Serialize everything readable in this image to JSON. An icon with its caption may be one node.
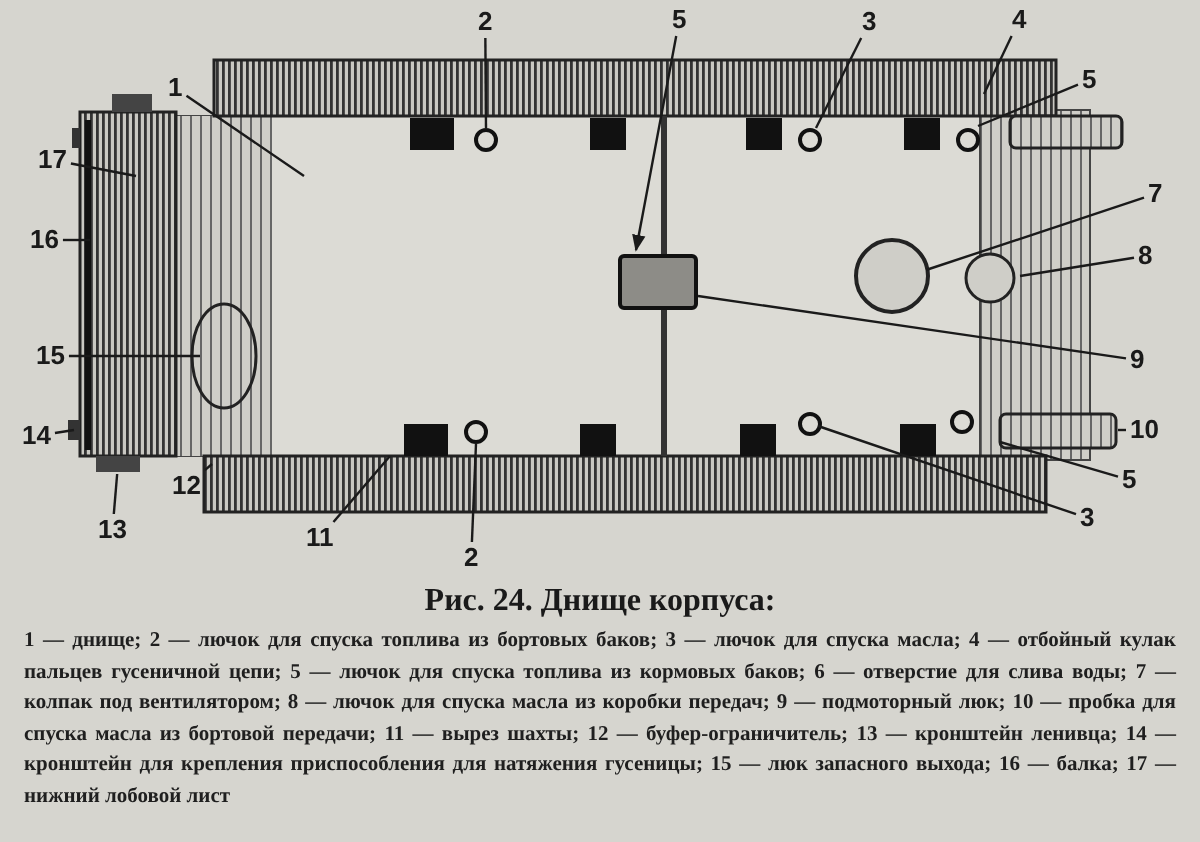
{
  "diagram": {
    "title": "Рис. 24. Днище корпуса:",
    "caption": "1 — днище; 2 — лючок для спуска топлива из бортовых баков; 3 — лючок для спуска масла; 4 — отбойный кулак пальцев гусеничной цепи; 5 — лючок для спуска топлива из кормовых баков; 6 — отверстие для слива воды; 7 — колпак под вентилятором; 8 — лючок для спуска масла из коробки передач; 9 — подмоторный люк; 10 — пробка для спуска масла из бортовой передачи; 11 — вырез шахты; 12 — буфер-ограничитель; 13 — кронштейн ленивца; 14 — кронштейн для крепления приспособления для натяжения гусеницы; 15 — люк запасного выхода; 16 — балка; 17 — нижний лобовой лист",
    "nodes": [
      {
        "text": [
          "2"
        ]
      },
      {
        "text": [
          "5"
        ]
      },
      {
        "text": [
          "3"
        ]
      },
      {
        "text": [
          "4"
        ]
      },
      {
        "text": [
          "5"
        ]
      },
      {
        "text": [
          "1"
        ]
      },
      {
        "text": [
          "17"
        ]
      },
      {
        "text": [
          "7"
        ]
      },
      {
        "text": [
          "16"
        ]
      },
      {
        "text": [
          "8"
        ]
      },
      {
        "text": [
          "15"
        ]
      },
      {
        "text": [
          "9"
        ]
      },
      {
        "text": [
          "10"
        ]
      },
      {
        "text": [
          "14"
        ]
      },
      {
        "text": [
          "5"
        ]
      },
      {
        "text": [
          "12"
        ]
      },
      {
        "text": [
          "13"
        ]
      },
      {
        "text": [
          "3"
        ]
      },
      {
        "text": [
          "11"
        ]
      },
      {
        "text": [
          "2"
        ]
      },
      {
        "text": [],
        "shape": "box"
      }
    ],
    "edges": [
      {
        "from": 0,
        "to": null,
        "arrow": "none"
      },
      {
        "from": 1,
        "to": null,
        "arrow": "to"
      },
      {
        "from": 2,
        "to": null,
        "arrow": "none"
      },
      {
        "from": 3,
        "to": null,
        "arrow": "none"
      },
      {
        "from": 4,
        "to": null,
        "arrow": "none"
      },
      {
        "from": 5,
        "to": null,
        "arrow": "none"
      },
      {
        "from": 6,
        "to": null,
        "arrow": "none"
      },
      {
        "from": 7,
        "to": null,
        "arrow": "none"
      },
      {
        "from": 8,
        "to": null,
        "arrow": "none"
      },
      {
        "from": 9,
        "to": null,
        "arrow": "none"
      },
      {
        "from": 10,
        "to": null,
        "arrow": "none"
      },
      {
        "from": 11,
        "to": null,
        "arrow": "none"
      },
      {
        "from": 12,
        "to": null,
        "arrow": "none"
      },
      {
        "from": 13,
        "to": null,
        "arrow": "none"
      },
      {
        "from": 14,
        "to": null,
        "arrow": "none"
      },
      {
        "from": 15,
        "to": null,
        "arrow": "none"
      },
      {
        "from": 16,
        "to": 20,
        "arrow": "none"
      },
      {
        "from": 17,
        "to": null,
        "arrow": "none"
      },
      {
        "from": 18,
        "to": null,
        "arrow": "none"
      },
      {
        "from": 19,
        "to": null,
        "arrow": "none"
      }
    ]
  }
}
